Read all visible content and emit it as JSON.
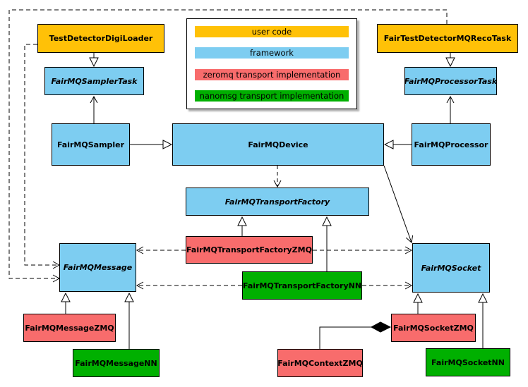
{
  "diagram": {
    "kind": "uml-class-diagram",
    "subject": "FairMQ framework classes and transport implementations"
  },
  "legend": {
    "items": [
      {
        "label": "user code",
        "color": "#FFC107"
      },
      {
        "label": "framework",
        "color": "#7DCDF1"
      },
      {
        "label": "zeromq transport implementation",
        "color": "#F86C6C"
      },
      {
        "label": "nanomsg transport implementation",
        "color": "#00B000"
      }
    ]
  },
  "classes": {
    "test_detector_digi_loader": {
      "label": "TestDetectorDigiLoader",
      "category": "user code",
      "abstract": false
    },
    "fair_test_detector_reco_task": {
      "label": "FairTestDetectorMQRecoTask",
      "category": "user code",
      "abstract": false
    },
    "sampler_task": {
      "label": "FairMQSamplerTask",
      "category": "framework",
      "abstract": true
    },
    "processor_task": {
      "label": "FairMQProcessorTask",
      "category": "framework",
      "abstract": true
    },
    "sampler": {
      "label": "FairMQSampler",
      "category": "framework",
      "abstract": false
    },
    "device": {
      "label": "FairMQDevice",
      "category": "framework",
      "abstract": false
    },
    "processor": {
      "label": "FairMQProcessor",
      "category": "framework",
      "abstract": false
    },
    "transport_factory": {
      "label": "FairMQTransportFactory",
      "category": "framework",
      "abstract": true
    },
    "transport_factory_zmq": {
      "label": "FairMQTransportFactoryZMQ",
      "category": "zeromq transport implementation",
      "abstract": false
    },
    "transport_factory_nn": {
      "label": "FairMQTransportFactoryNN",
      "category": "nanomsg transport implementation",
      "abstract": false
    },
    "message": {
      "label": "FairMQMessage",
      "category": "framework",
      "abstract": true
    },
    "socket": {
      "label": "FairMQSocket",
      "category": "framework",
      "abstract": true
    },
    "message_zmq": {
      "label": "FairMQMessageZMQ",
      "category": "zeromq transport implementation",
      "abstract": false
    },
    "message_nn": {
      "label": "FairMQMessageNN",
      "category": "nanomsg transport implementation",
      "abstract": false
    },
    "socket_zmq": {
      "label": "FairMQSocketZMQ",
      "category": "zeromq transport implementation",
      "abstract": false
    },
    "context_zmq": {
      "label": "FairMQContextZMQ",
      "category": "zeromq transport implementation",
      "abstract": false
    },
    "socket_nn": {
      "label": "FairMQSocketNN",
      "category": "nanomsg transport implementation",
      "abstract": false
    }
  },
  "edges": [
    {
      "from": "TestDetectorDigiLoader",
      "to": "FairMQSamplerTask",
      "type": "inheritance"
    },
    {
      "from": "FairTestDetectorMQRecoTask",
      "to": "FairMQProcessorTask",
      "type": "inheritance"
    },
    {
      "from": "FairMQSampler",
      "to": "FairMQSamplerTask",
      "type": "association"
    },
    {
      "from": "FairMQProcessor",
      "to": "FairMQProcessorTask",
      "type": "association"
    },
    {
      "from": "FairMQSampler",
      "to": "FairMQDevice",
      "type": "inheritance"
    },
    {
      "from": "FairMQProcessor",
      "to": "FairMQDevice",
      "type": "inheritance"
    },
    {
      "from": "FairMQDevice",
      "to": "FairMQTransportFactory",
      "type": "dependency"
    },
    {
      "from": "FairMQDevice",
      "to": "FairMQSocket",
      "type": "association"
    },
    {
      "from": "FairMQTransportFactoryZMQ",
      "to": "FairMQTransportFactory",
      "type": "inheritance"
    },
    {
      "from": "FairMQTransportFactoryNN",
      "to": "FairMQTransportFactory",
      "type": "inheritance"
    },
    {
      "from": "FairMQTransportFactoryZMQ",
      "to": "FairMQMessage",
      "type": "dependency"
    },
    {
      "from": "FairMQTransportFactoryZMQ",
      "to": "FairMQSocket",
      "type": "dependency"
    },
    {
      "from": "FairMQTransportFactoryNN",
      "to": "FairMQMessage",
      "type": "dependency"
    },
    {
      "from": "FairMQTransportFactoryNN",
      "to": "FairMQSocket",
      "type": "dependency"
    },
    {
      "from": "TestDetectorDigiLoader",
      "to": "FairMQMessage",
      "type": "dependency"
    },
    {
      "from": "FairTestDetectorMQRecoTask",
      "to": "FairMQMessage",
      "type": "dependency"
    },
    {
      "from": "FairMQMessageZMQ",
      "to": "FairMQMessage",
      "type": "inheritance"
    },
    {
      "from": "FairMQMessageNN",
      "to": "FairMQMessage",
      "type": "inheritance"
    },
    {
      "from": "FairMQSocketZMQ",
      "to": "FairMQSocket",
      "type": "inheritance"
    },
    {
      "from": "FairMQSocketNN",
      "to": "FairMQSocket",
      "type": "inheritance"
    },
    {
      "from": "FairMQSocketZMQ",
      "to": "FairMQContextZMQ",
      "type": "composition"
    }
  ],
  "colors": {
    "user_code": "#FFC107",
    "framework": "#7DCDF1",
    "zeromq": "#F86C6C",
    "nanomsg": "#00B000",
    "line": "#000000",
    "background": "#FFFFFF"
  }
}
